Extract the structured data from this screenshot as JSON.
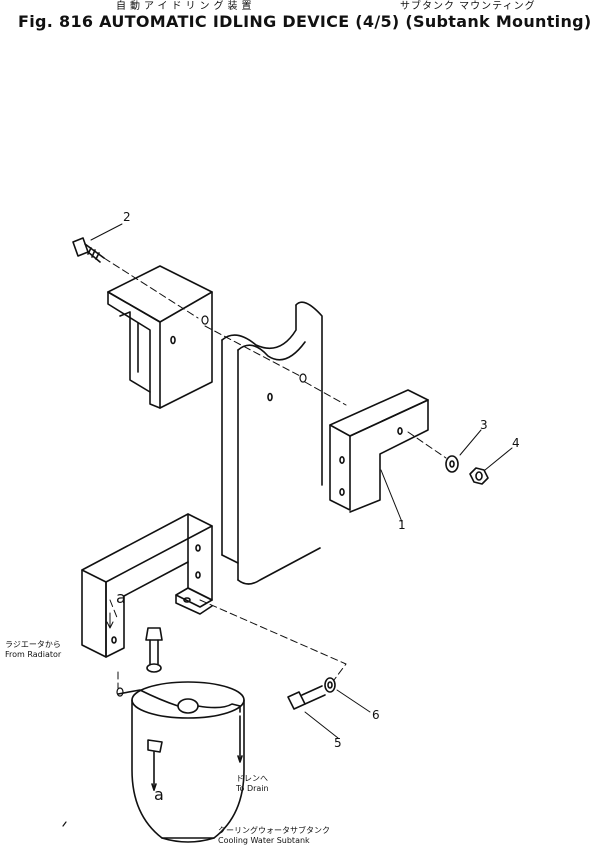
{
  "header": {
    "jp_title": "自動アイドリング装置",
    "jp_subtitle": "サブタンク マウンティング",
    "figure_title": "Fig. 816   AUTOMATIC IDLING DEVICE (4/5) (Subtank Mounting)"
  },
  "callouts": {
    "p1": "1",
    "p2": "2",
    "p3": "3",
    "p4": "4",
    "p5": "5",
    "p6": "6"
  },
  "markers": {
    "a_upper": "a",
    "a_lower": "a"
  },
  "notes": {
    "from_radiator_jp": "ラジエータから",
    "from_radiator_en": "From Radiator",
    "to_drain_jp": "ドレンへ",
    "to_drain_en": "To Drain",
    "subtank_jp": "クーリングウォータサブタンク",
    "subtank_en": "Cooling Water Subtank"
  }
}
